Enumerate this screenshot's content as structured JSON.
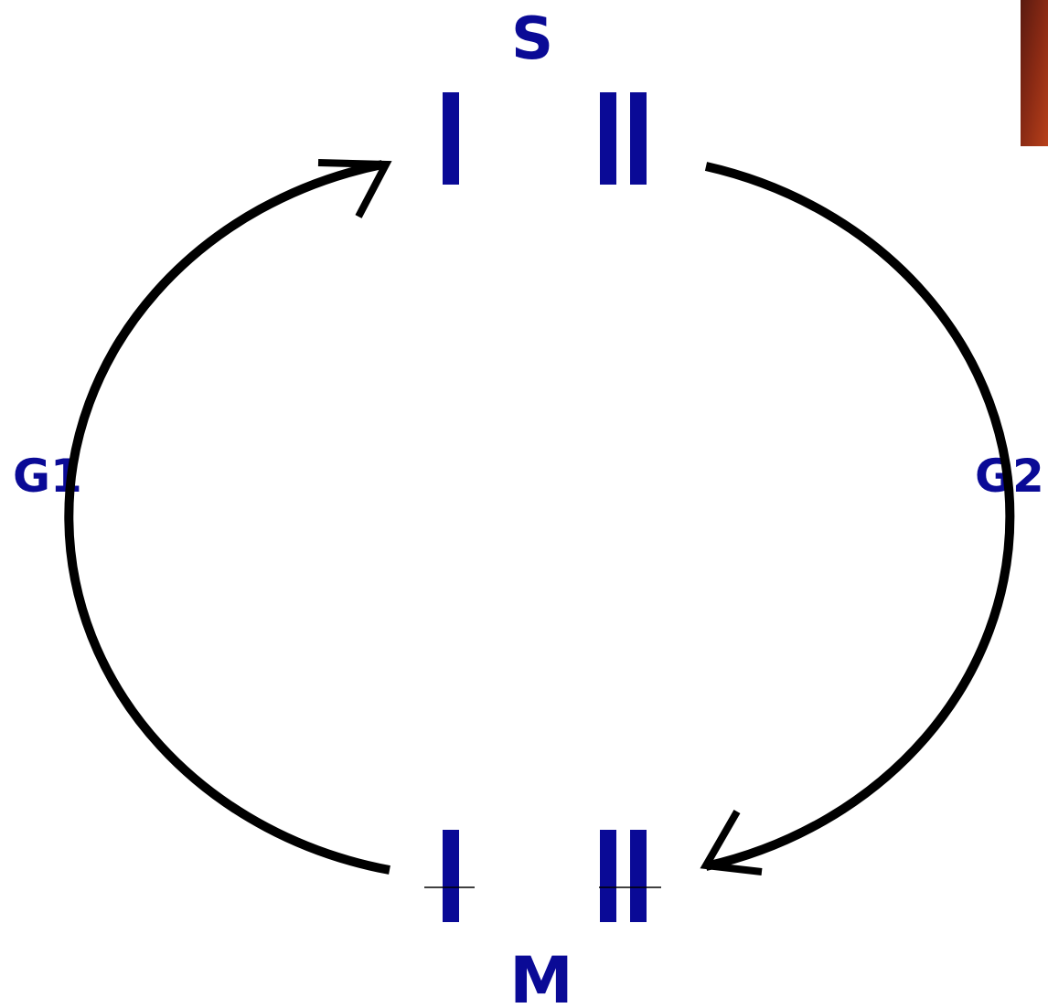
{
  "labels": {
    "top": "S",
    "left": "G1",
    "right": "G2",
    "bottom": "M"
  },
  "colors": {
    "label": "#0a0a96",
    "chromosome": "#0a0a96",
    "arrow": "#000000",
    "corner_image": "#8a2a14"
  },
  "chromosomes": {
    "top": [
      "single-chromatid",
      "double-chromatid"
    ],
    "bottom": [
      "single-chromatid",
      "double-chromatid"
    ]
  }
}
